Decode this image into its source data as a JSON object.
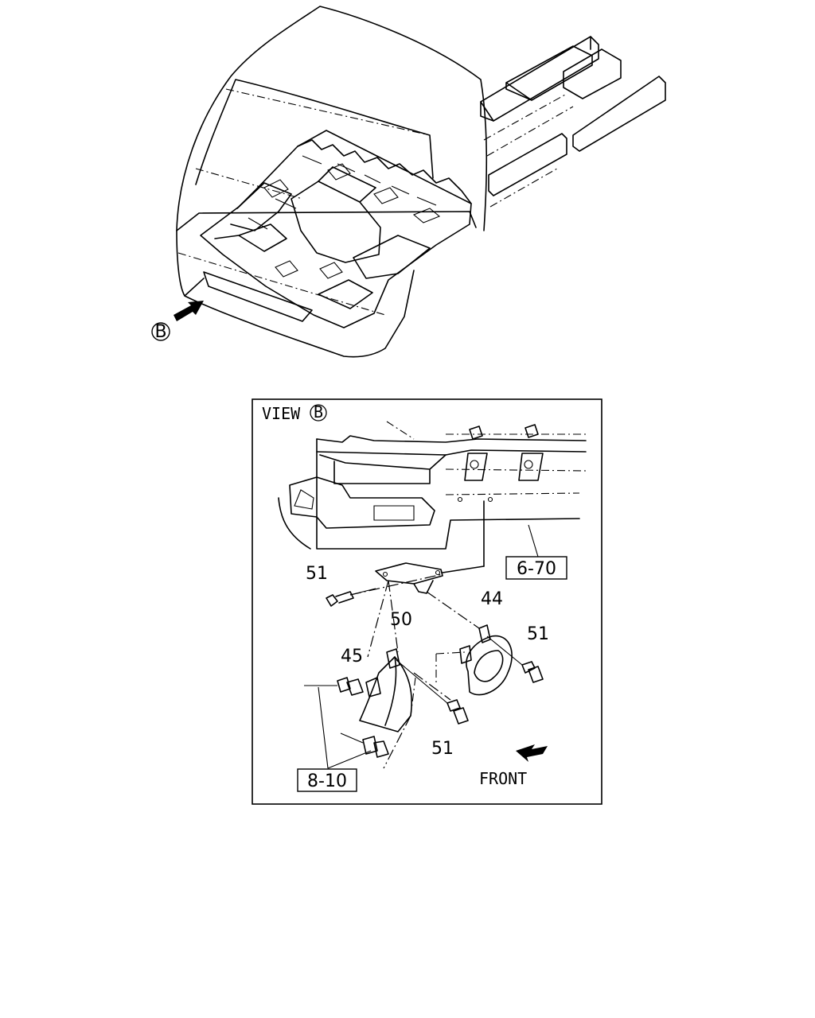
{
  "overview": {
    "view_marker": "B"
  },
  "detail_view": {
    "title": "VIEW",
    "title_marker": "B",
    "direction_label": "FRONT",
    "references": [
      {
        "id": "ref-6-70",
        "label": "6-70"
      },
      {
        "id": "ref-8-10",
        "label": "8-10"
      }
    ],
    "callouts": [
      {
        "id": "callout-51-a",
        "label": "51"
      },
      {
        "id": "callout-50",
        "label": "50"
      },
      {
        "id": "callout-44",
        "label": "44"
      },
      {
        "id": "callout-51-b",
        "label": "51"
      },
      {
        "id": "callout-45",
        "label": "45"
      },
      {
        "id": "callout-51-c",
        "label": "51"
      }
    ]
  }
}
